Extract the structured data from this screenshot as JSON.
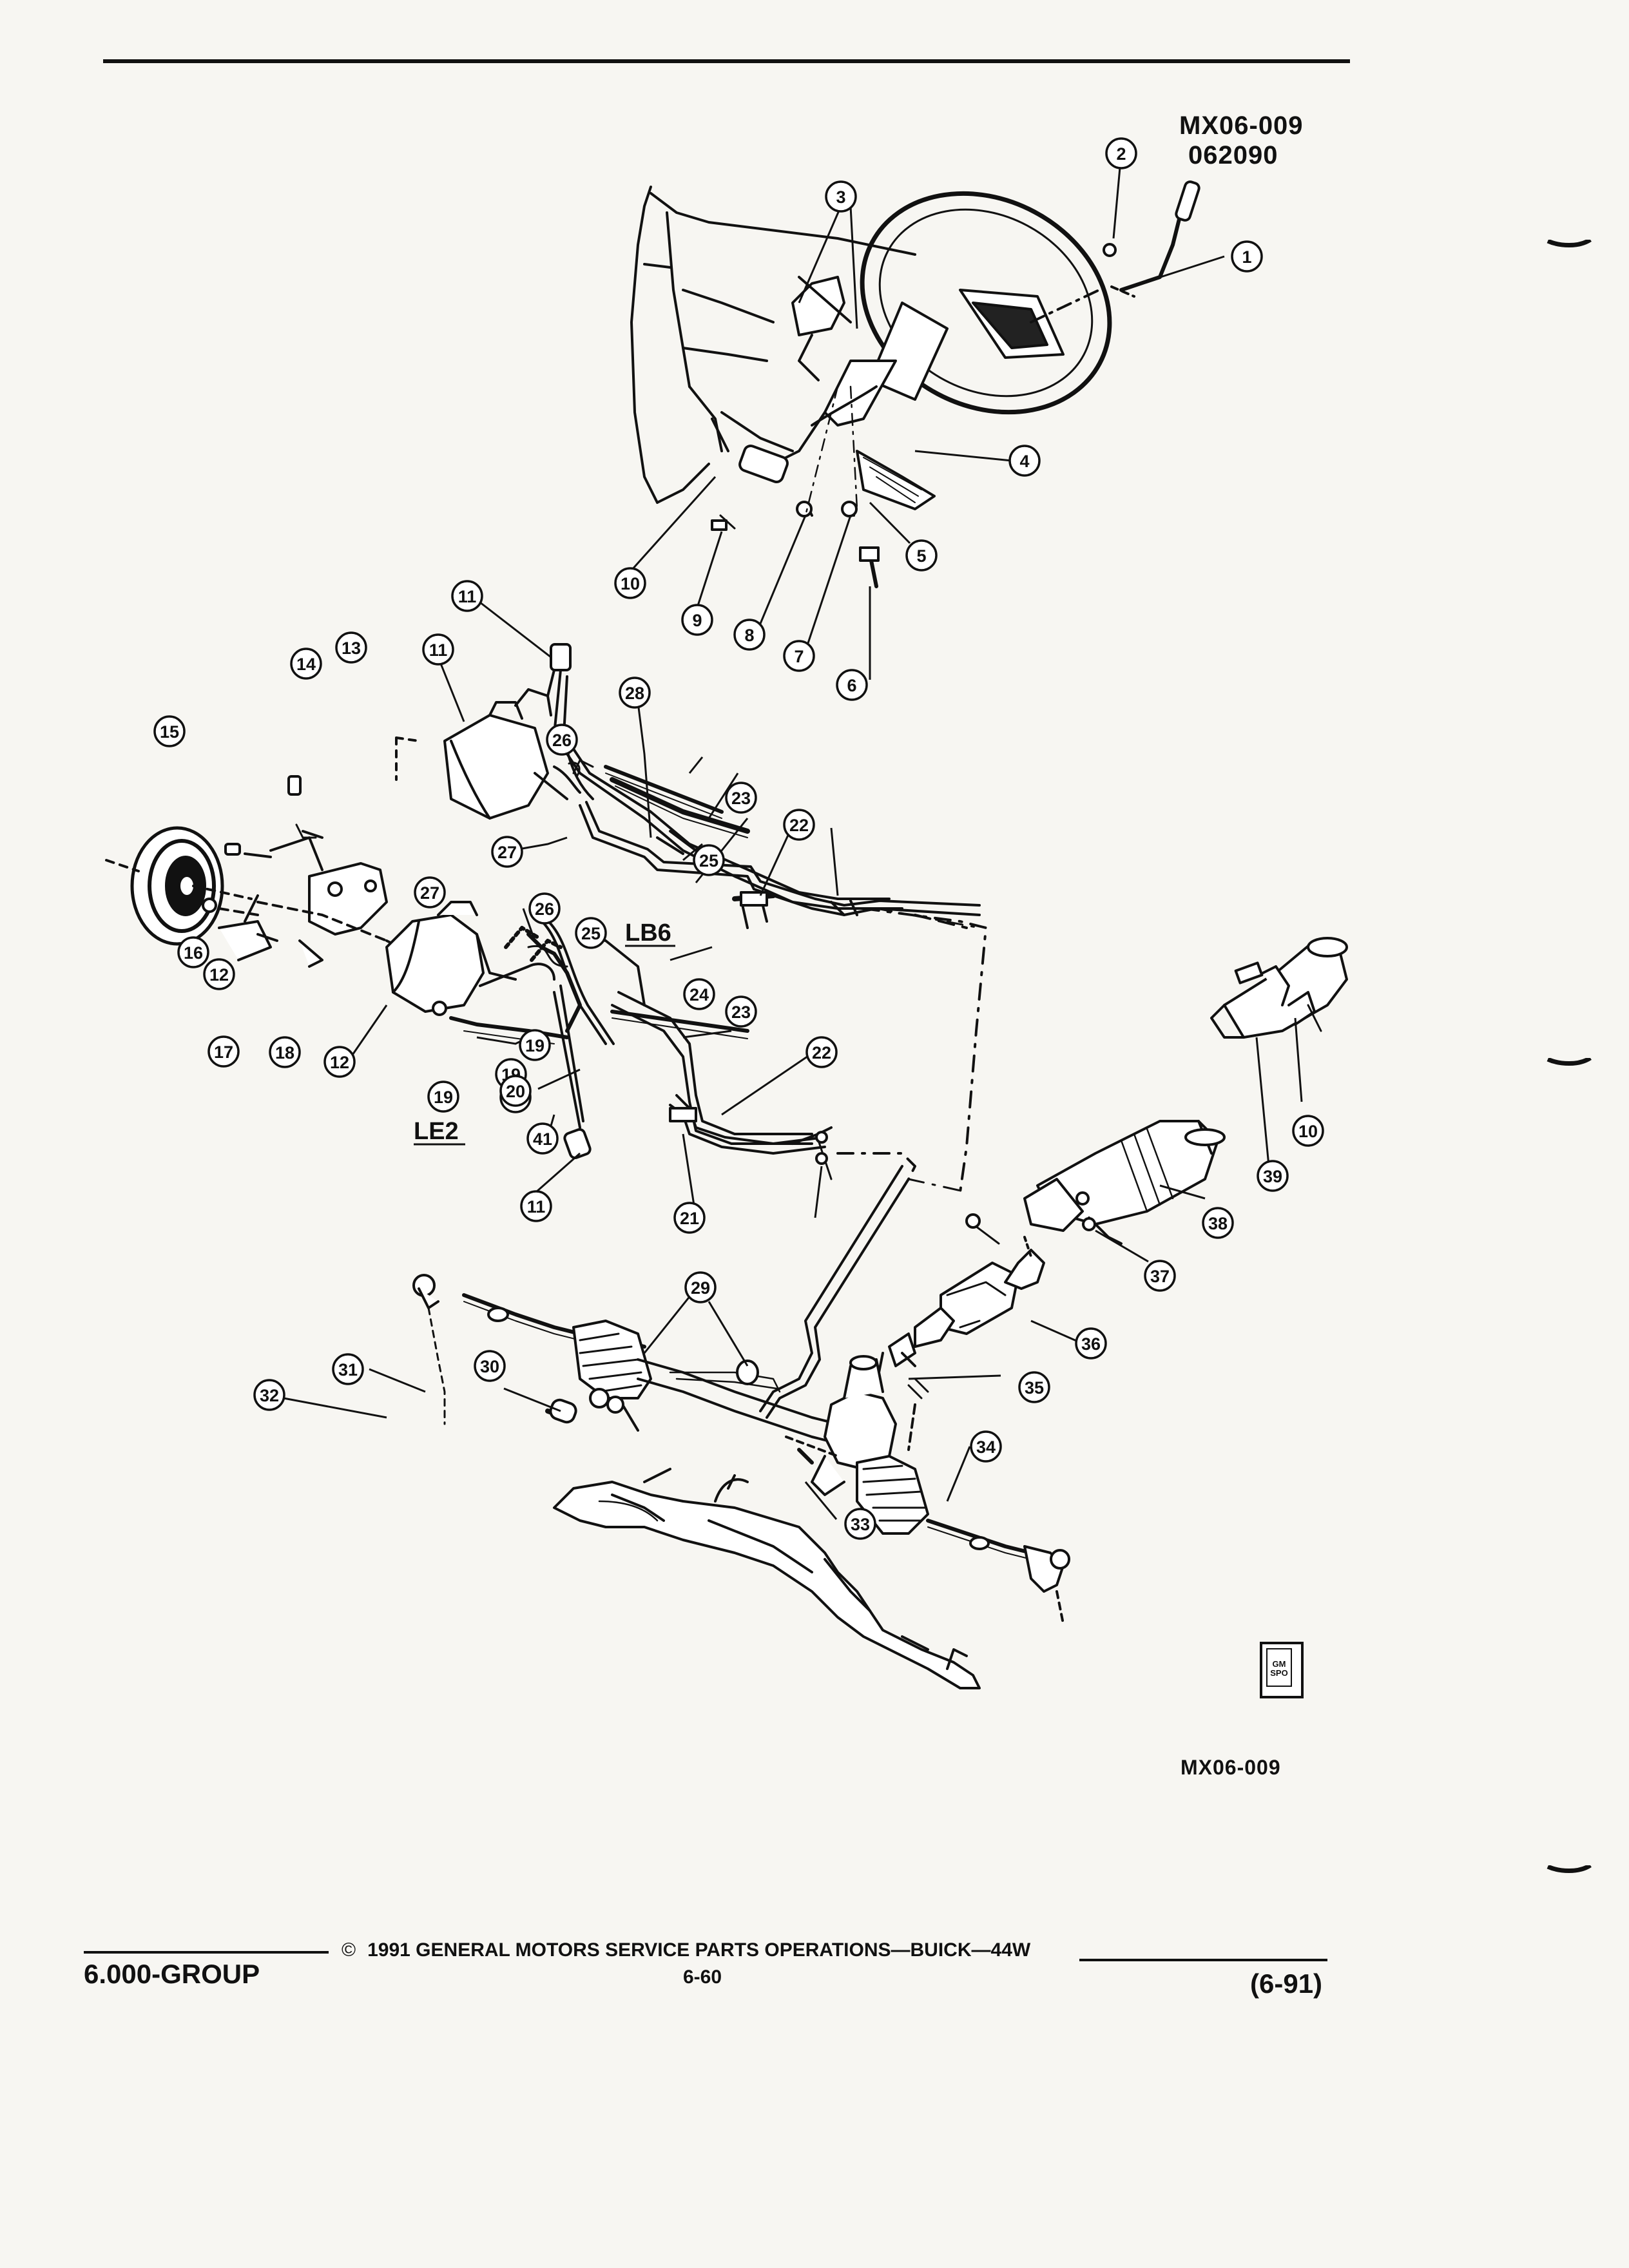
{
  "header": {
    "ref_code": "MX06-009",
    "ref_date": "062090"
  },
  "figure_ref": "MX06-009",
  "engine_labels": [
    "LB6",
    "LE2"
  ],
  "callouts": [
    "1",
    "2",
    "3",
    "4",
    "5",
    "6",
    "7",
    "8",
    "9",
    "10",
    "10",
    "11",
    "11",
    "11",
    "12",
    "12",
    "13",
    "14",
    "15",
    "16",
    "17",
    "18",
    "19",
    "19",
    "19",
    "19",
    "20",
    "21",
    "22",
    "22",
    "23",
    "23",
    "24",
    "25",
    "25",
    "26",
    "26",
    "27",
    "27",
    "28",
    "29",
    "30",
    "31",
    "32",
    "33",
    "34",
    "35",
    "36",
    "37",
    "38",
    "39",
    "41"
  ],
  "badge": {
    "text": "GM SPO"
  },
  "footer": {
    "group": "6.000-GROUP",
    "copyright_symbol": "©",
    "copyright": "1991 GENERAL MOTORS SERVICE PARTS OPERATIONS—BUICK—44W",
    "page": "6-60",
    "revision": "(6-91)"
  }
}
